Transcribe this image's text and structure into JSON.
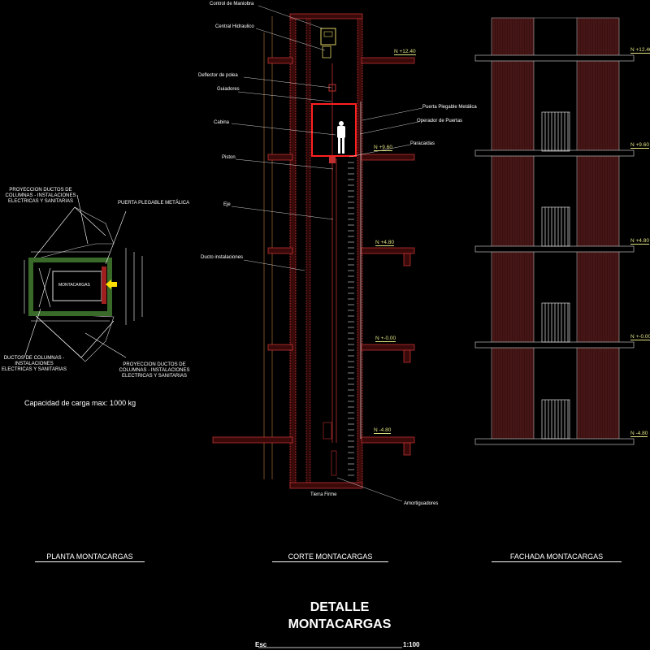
{
  "corte": {
    "labels": [
      "Control de Maniobra",
      "Central Hidraulico",
      "Deflector de polea",
      "Guiadores",
      "Cabina",
      "Piston",
      "Eje",
      "Ducto instalaciones",
      "Puerta Plegable Metálica",
      "Operador de Puertas",
      "Paracaidas",
      "Tierra Firme",
      "Amortiguadores"
    ],
    "levels": [
      "N +12.40",
      "N +9.60",
      "N +4.80",
      "N +-0.00",
      "N -4.80"
    ]
  },
  "planta": {
    "proj_top": "PROYECCION DUCTOS DE COLUMNAS - INSTALACIONES ELECTRICAS  Y SANITARIAS",
    "door": "PUERTA PLEGABLE METÁLICA",
    "box": "MONTACARGAS",
    "ductos": "DUCTOS DE COLUMNAS - INSTALACIONES ELECTRICAS  Y SANITARIAS",
    "proj_bottom": "PROYECCION DUCTOS DE COLUMNAS - INSTALACIONES ELECTRICAS  Y SANITARIAS",
    "capacity": "Capacidad  de carga max: 1000 kg"
  },
  "titles": {
    "planta": "PLANTA MONTACARGAS",
    "corte": "CORTE MONTACARGAS",
    "fachada": "FACHADA MONTACARGAS"
  },
  "main_title": {
    "line1": "DETALLE",
    "line2": "MONTACARGAS",
    "scale_label": "Esc",
    "scale_value": "1:100"
  },
  "colors": {
    "wall": "#c03030",
    "cabin": "#ff2020",
    "green": "#3a6a2a",
    "level": "#e0e080",
    "facade": "#3a1010"
  }
}
